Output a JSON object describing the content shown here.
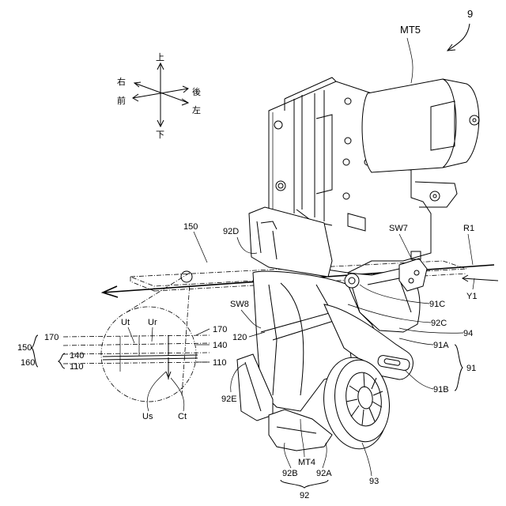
{
  "figure": {
    "assembly_number": "9",
    "direction_labels": {
      "up": "上",
      "down": "下",
      "right": "右",
      "front": "前",
      "rear": "後",
      "left": "左"
    },
    "labels": {
      "mt5": "MT5",
      "sw7": "SW7",
      "r1": "R1",
      "y1": "Y1",
      "n150_top": "150",
      "n92d": "92D",
      "sw8": "SW8",
      "n120": "120",
      "n91c": "91C",
      "n92c": "92C",
      "n94": "94",
      "n91a": "91A",
      "n91": "91",
      "n91b": "91B",
      "n92e": "92E",
      "mt4": "MT4",
      "n92b": "92B",
      "n92a": "92A",
      "n92": "92",
      "n93": "93"
    },
    "detail": {
      "ut": "Ut",
      "ur": "Ur",
      "us": "Us",
      "ct": "Ct",
      "n170_left": "170",
      "n170_right": "170",
      "n140_left": "140",
      "n140_right": "140",
      "n110_left": "110",
      "n110_right": "110",
      "n150_group": "150",
      "n160_group": "160"
    }
  }
}
